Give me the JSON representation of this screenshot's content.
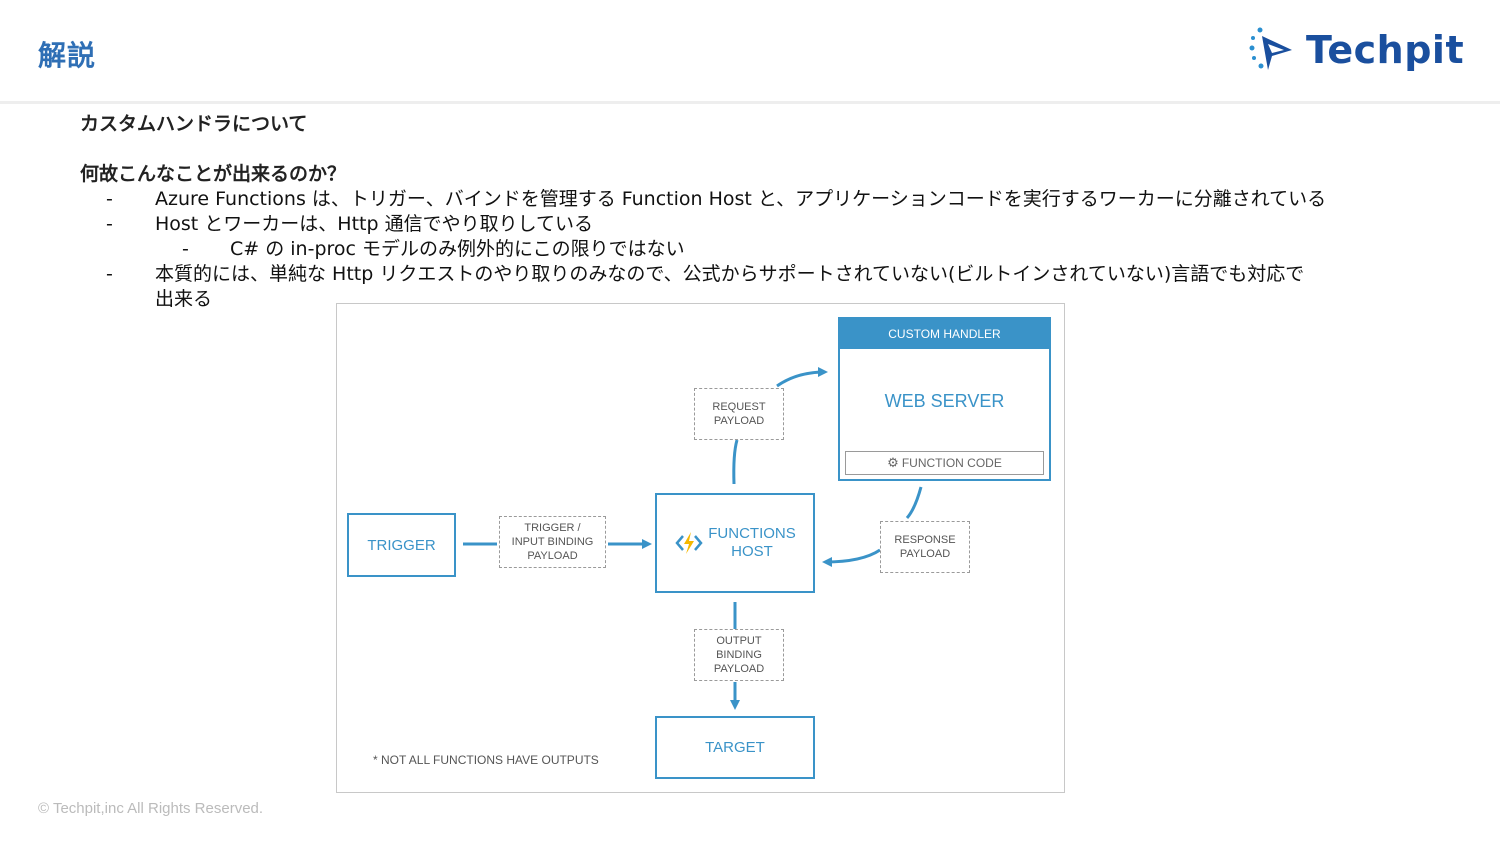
{
  "header": {
    "title": "解説",
    "logo_text": "Techpit"
  },
  "content": {
    "heading1": "カスタムハンドラについて",
    "heading2": "何故こんなことが出来るのか？",
    "bullets": [
      {
        "dash": "-",
        "text": "Azure Functions は、トリガー、バインドを管理する Function Host と、アプリケーションコードを実行するワーカーに分離されている"
      },
      {
        "dash": "-",
        "text": "Host とワーカーは、Http 通信でやり取りしている"
      },
      {
        "dash": "-",
        "text": "C# の in-proc モデルのみ例外的にこの限りではない"
      },
      {
        "dash": "-",
        "text": "本質的には、単純な Http リクエストのやり取りのみなので、公式からサポートされていない(ビルトインされていない)言語でも対応で",
        "text2": "出来る"
      }
    ]
  },
  "diagram": {
    "custom_handler_label": "CUSTOM HANDLER",
    "web_server_label": "WEB SERVER",
    "function_code_label": "FUNCTION CODE",
    "request_payload": "REQUEST\nPAYLOAD",
    "response_payload": "RESPONSE\nPAYLOAD",
    "trigger_label": "TRIGGER",
    "trigger_input_payload": "TRIGGER /\nINPUT BINDING\nPAYLOAD",
    "functions_host_label": "FUNCTIONS\nHOST",
    "output_binding_payload": "OUTPUT\nBINDING\nPAYLOAD",
    "target_label": "TARGET",
    "note": "* NOT ALL FUNCTIONS HAVE OUTPUTS",
    "colors": {
      "accent": "#3a93c8",
      "header_fill": "#3a93c8",
      "dashed": "#9a9a9a"
    }
  },
  "footer": {
    "copyright": "© Techpit,inc  All Rights Reserved."
  }
}
